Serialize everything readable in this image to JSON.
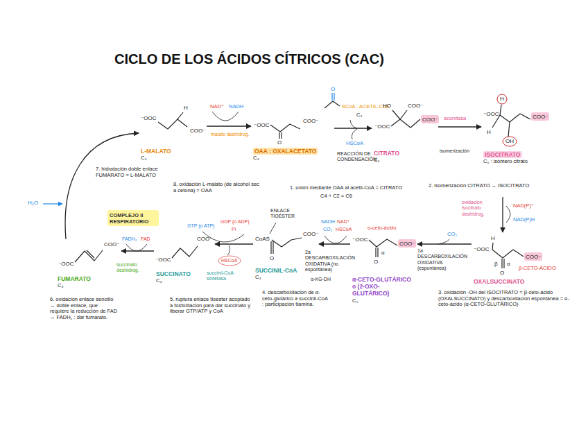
{
  "diagram": {
    "title": "CICLO DE LOS ÁCIDOS CÍTRICOS (CAC)",
    "nodes": [
      {
        "text": [
          "L-MALATO",
          "C₄"
        ]
      },
      {
        "text": [
          "OAA : OXALACETATO",
          "C₄"
        ]
      },
      {
        "text": [
          "CITRATO",
          "C₆"
        ]
      },
      {
        "text": [
          "ISOCITRATO",
          "C₆ : isómero citrato"
        ]
      },
      {
        "text": [
          "OXALSUCCINATO"
        ]
      },
      {
        "text": [
          "α-CETO-GLUTÁRICO o (2-OXO-GLUTÁRICO)",
          "C₅"
        ]
      },
      {
        "text": [
          "SUCCINIL-CoA",
          "C₄"
        ]
      },
      {
        "text": [
          "SUCCINATO",
          "C₄"
        ]
      },
      {
        "text": [
          "FUMARATO",
          "C₄"
        ]
      },
      {
        "text": [
          "COMPLEJO II RESPIRATORIO"
        ]
      }
    ],
    "edges": [
      {
        "from": 0,
        "to": 1,
        "arrow": "to",
        "label": "malato deshidrog."
      },
      {
        "from": 1,
        "to": 2,
        "arrow": "to"
      },
      {
        "from": 2,
        "to": 3,
        "arrow": "to",
        "label": "aconitasa"
      },
      {
        "from": 3,
        "to": 4,
        "arrow": "to",
        "label": "oxidación isocitrato deshidrog."
      },
      {
        "from": 4,
        "to": 5,
        "arrow": "to",
        "label": "1a DESCARBOXILACIÓN OXIDATIVA (espontánea)"
      },
      {
        "from": 5,
        "to": 6,
        "arrow": "to",
        "label": "2a DESCARBOXILACIÓN OXIDATIVA (no espontánea)"
      },
      {
        "from": 6,
        "to": 7,
        "arrow": "to",
        "label": "succinil-CoA sintetasa"
      },
      {
        "from": 7,
        "to": 8,
        "arrow": "to",
        "label": "succinato deshidrog."
      },
      {
        "from": 8,
        "to": 0,
        "arrow": "to"
      }
    ],
    "labels": [
      "NAD⁺",
      "NADH",
      "SCoA : ACETIL-CoA",
      "C₂",
      "O",
      "HSCoA",
      "REACCIÓN DE CONDENSACIÓN",
      "isomerización",
      "NAD(P)⁺",
      "NAD(P)H",
      "CO₂",
      "NADH",
      "CO₂",
      "NAD⁺",
      "HSCoA",
      "α-KG-DH",
      "GTP (o ATP)",
      "GDP (o ADP)",
      "Pi",
      "HSCoA",
      "FADH₂",
      "FAD",
      "H₂O",
      "ENLACE TIOÉSTER",
      "β-CETO-ÁCIDO",
      "α-ceto-ácido",
      "1. unión mediante OAA al acetil-CoA = CITRATO",
      "C4 + C2 = C6",
      "2. isomerización CITRATO → ISOCITRATO",
      "3. oxidación -OH del ISOCITRATO = β-ceto-ácido (OXALSUCCINATO) y descarboxilación espontánea = α-ceto-ácido (α-CETO-GLUTÁRICO)",
      "4. descarboxilación de α-ceto-glutárico a succinil-CoA : participación tiamina.",
      "5. ruptura enlace tioéster acoplado a fosforilación para dar succinato y liberar GTP/ATP y CoA",
      "6. oxidación enlace sencillo → doble enlace, que requiere la reducción de FAD → FADH₂ : dar fumarato.",
      "7. hidratación doble enlace FUMARATO = L-MALATO",
      "8. oxidación L-malato (de alcohol sec a cetona) = OAA",
      "⁻OOC",
      "H",
      "COO⁻",
      "⁻OOC",
      "O",
      "COO⁻",
      "HO",
      "COO⁻",
      "⁻OOC",
      "COO⁻",
      "H",
      "⁻OOC",
      "COO⁻",
      "H",
      "OH",
      "H",
      "⁻OOC",
      "COO⁻",
      "O",
      "β",
      "α",
      "⁻OOC",
      "COO⁻",
      "O",
      "α",
      "CoAS",
      "O",
      "COO⁻",
      "⁻OOC",
      "COO⁻",
      "⁻OOC",
      "COO⁻"
    ]
  }
}
